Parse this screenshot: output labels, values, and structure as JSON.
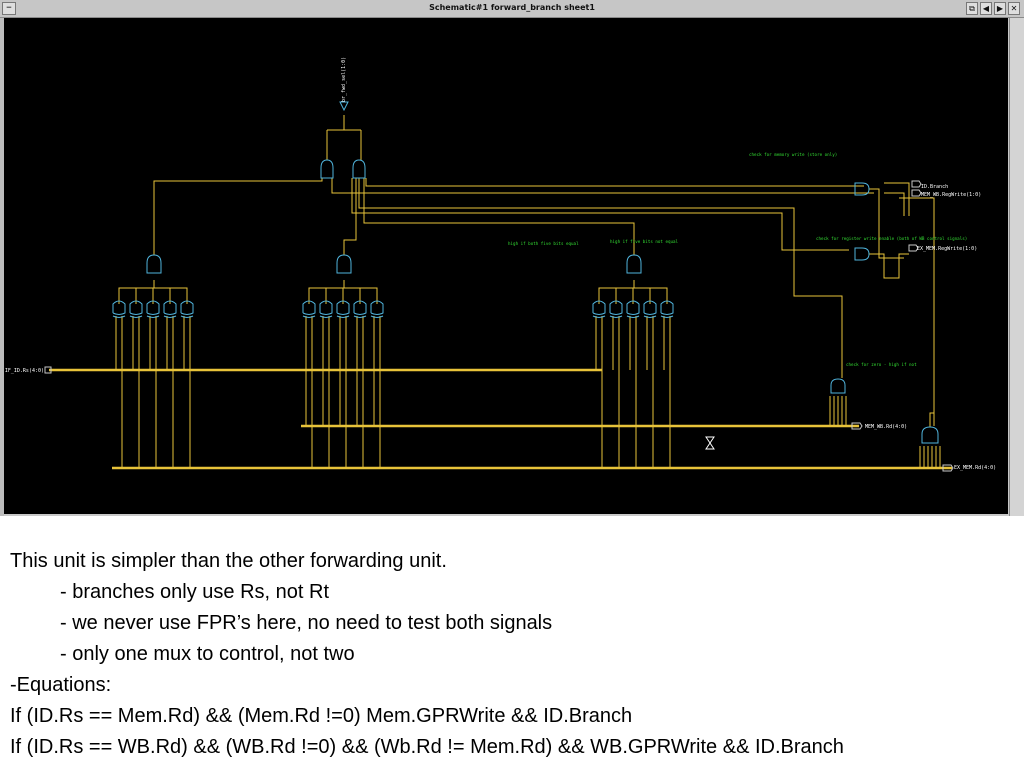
{
  "window": {
    "title": "Schematic#1 forward_branch sheet1",
    "system_menu_glyph": "−",
    "buttons": [
      {
        "name": "restore-button",
        "glyph": "⧉"
      },
      {
        "name": "back-button",
        "glyph": "◀"
      },
      {
        "name": "forward-button",
        "glyph": "▶"
      },
      {
        "name": "close-button",
        "glyph": "✕"
      }
    ]
  },
  "schematic": {
    "colors": {
      "background": "#000000",
      "wire": "#e8c33a",
      "gate": "#50b4dc",
      "port": "#c8c8c8",
      "label": "#ffffff",
      "note": "#33dd33"
    },
    "signals": {
      "top_output": "br_fwd_sel(1:0)",
      "input_rs": "IF_ID.Rs(4:0)",
      "id_branch": "ID.Branch",
      "mem_wb_regwrite": "MEM_WB.RegWrite(1:0)",
      "ex_mem_regwrite": "EX_MEM.RegWrite(1:0)",
      "mem_wb_rd": "MEM_WB.Rd(4:0)",
      "ex_mem_rd": "EX_MEM.Rd(4:0)"
    },
    "notes": {
      "memory_write": "check for memory write (store only)",
      "register_write": "check for register write enable (both of WB control signals)",
      "both_five_bits": "high if both five bits equal",
      "high_five_bits": "high if five bits not equal",
      "zero_check": "check for zero - high if not"
    },
    "cursor_icon": "hourglass-icon"
  },
  "slide_notes": {
    "intro": "This unit is simpler than the other forwarding unit.",
    "point_1": "- branches only use Rs, not Rt",
    "point_2": "- we never use FPR’s here, no need to test both signals",
    "point_3": "- only one mux to control, not two",
    "equations_heading": "-Equations:",
    "equation_1": "If (ID.Rs == Mem.Rd) && (Mem.Rd !=0)  Mem.GPRWrite && ID.Branch",
    "equation_2": "If (ID.Rs == WB.Rd) && (WB.Rd !=0) && (Wb.Rd != Mem.Rd) && WB.GPRWrite &&  ID.Branch"
  }
}
